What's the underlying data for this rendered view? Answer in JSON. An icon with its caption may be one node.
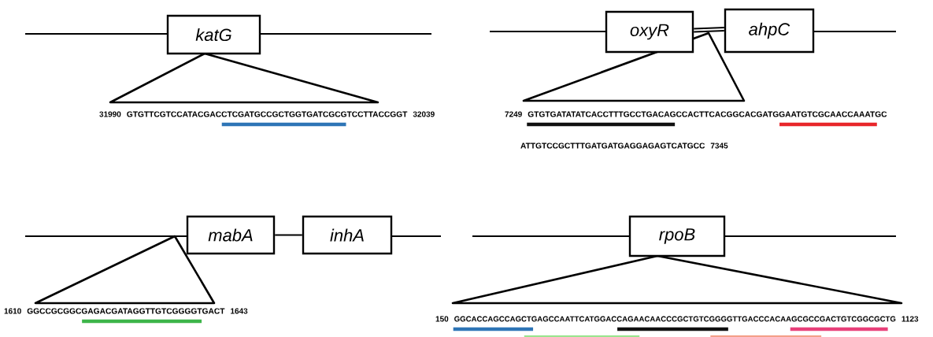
{
  "diagram": {
    "nodes": [
      {
        "text": [
          "*katG*"
        ]
      },
      {
        "text": [
          "*oxyR*"
        ]
      },
      {
        "text": [
          "*ahpC*"
        ]
      },
      {
        "text": [
          "*mabA*"
        ]
      },
      {
        "text": [
          "*inhA*"
        ]
      },
      {
        "text": [
          "*rpoB*"
        ]
      },
      {
        "text": [],
        "shape": "triangle"
      },
      {
        "text": [],
        "shape": "triangle"
      },
      {
        "text": [],
        "shape": "triangle"
      },
      {
        "text": [],
        "shape": "triangle"
      }
    ],
    "edges": [
      {
        "from": 1,
        "to": 2,
        "arrow": "none"
      },
      {
        "from": 1,
        "to": 2,
        "arrow": "none"
      },
      {
        "from": 3,
        "to": 4,
        "arrow": "none"
      }
    ],
    "labels": [
      "31990",
      "GTGTTCGTCCATACGACCTCGATGCCGCTGGTGATCGCGTCCTTACCGGT",
      "32039",
      "7249",
      "GTGTGATATATCACCTTTGCCTGACAGCCACTTCACGGCACGATGGAATGTCGCAACCAAATGC",
      "ATTGTCCGCTTTGATGATGAGGAGAGTCATGCC",
      "7345",
      "1610",
      "GGCCGCGGCGAGACGATAGGTTGTCGGGGTGACT",
      "1643",
      "150",
      "GGCACCAGCCAGCTGAGCCAATTCATGGACCAGAACAACCCGCTGTCGGGGTTGACCCACAAGCGCCGACTGTCGGCGCTG",
      "1123"
    ]
  }
}
